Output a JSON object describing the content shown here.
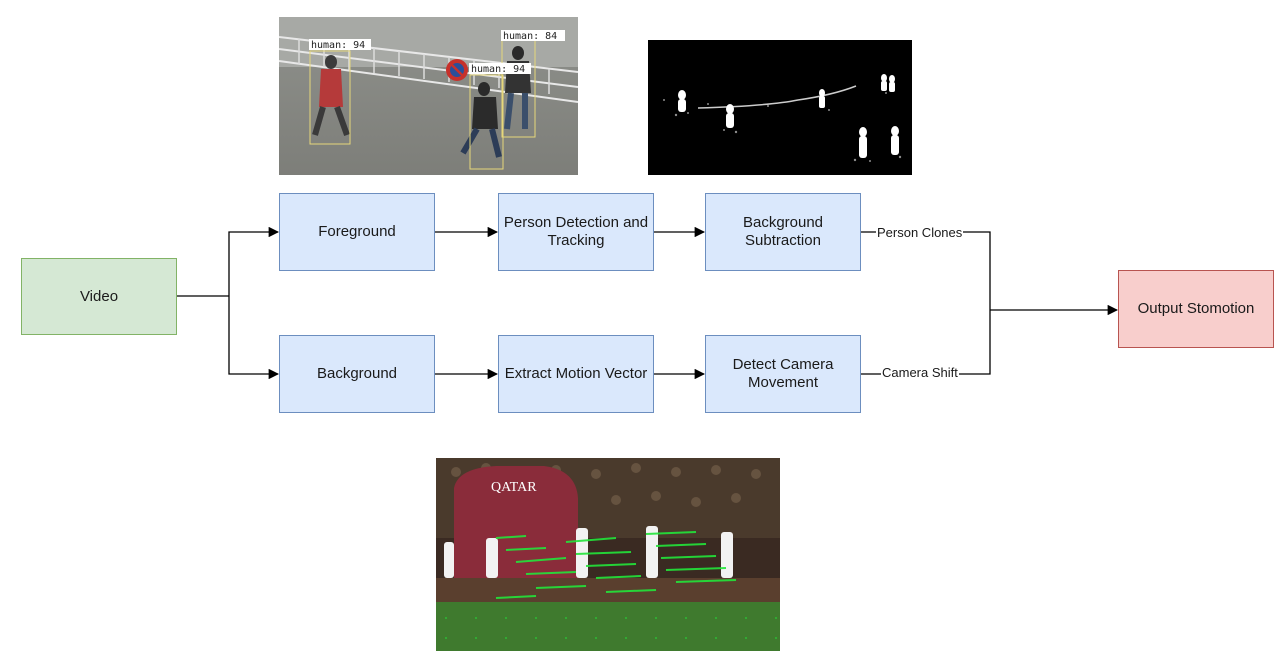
{
  "nodes": {
    "video": "Video",
    "foreground": "Foreground",
    "person_detection": "Person Detection and Tracking",
    "background_subtraction": "Background Subtraction",
    "background": "Background",
    "extract_motion": "Extract Motion Vector",
    "detect_camera": "Detect Camera Movement",
    "output": "Output Stomotion"
  },
  "edge_labels": {
    "person_clones": "Person Clones",
    "camera_shift": "Camera Shift"
  },
  "images": {
    "detection_photo": {
      "labels": [
        "human: 94",
        "human: 94",
        "human: 84"
      ]
    },
    "stadium_photo": {
      "sign_text": "QATAR"
    }
  },
  "colors": {
    "blue_fill": "#dae8fc",
    "blue_stroke": "#6c8ebf",
    "green_fill": "#d5e8d4",
    "green_stroke": "#82b366",
    "red_fill": "#f8cecc",
    "red_stroke": "#b85450"
  }
}
